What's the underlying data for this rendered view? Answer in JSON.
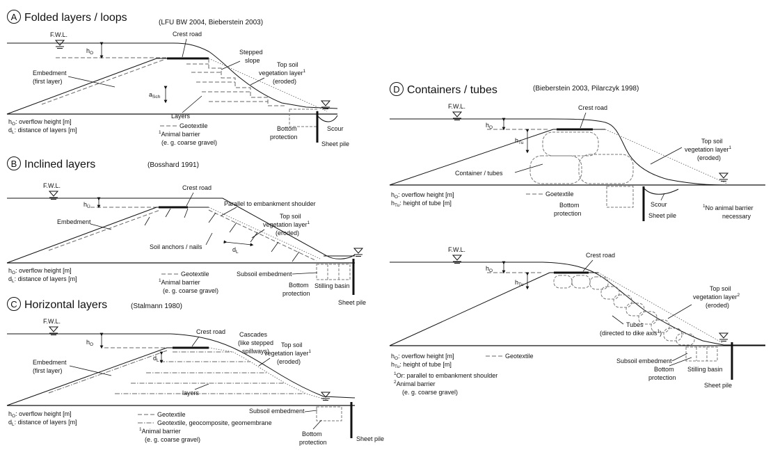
{
  "panelA": {
    "letter": "A",
    "title": "Folded layers / loops",
    "ref": "(LFU BW 2004, Bieberstein 2003)",
    "fwl": "F.W.L.",
    "h_o": "h",
    "h_o_sub": "O",
    "crest_road": "Crest road",
    "stepped_1": "Stepped",
    "stepped_2": "slope",
    "top_soil_1": "Top soil",
    "top_soil_2": "vegetation layer",
    "top_soil_sup": "1",
    "eroded": "(eroded)",
    "embed_1": "Embedment",
    "embed_2": "(first layer)",
    "a_sch": "a",
    "a_sch_sub": "Sch",
    "layers": "Layers",
    "geotextile": "Geotextile",
    "animal_sup": "1",
    "animal_1": "Animal barrier",
    "animal_2": "(e. g. coarse gravel)",
    "legend_1": "h",
    "legend_1_sub": "O",
    "legend_1_text": ": overflow height [m]",
    "legend_2": "d",
    "legend_2_sub": "L",
    "legend_2_text": ": distance of layers [m]",
    "bottom_1": "Bottom",
    "bottom_2": "protection",
    "scour": "Scour",
    "sheet_pile": "Sheet pile"
  },
  "panelB": {
    "letter": "B",
    "title": "Inclined layers",
    "ref": "(Bosshard 1991)",
    "fwl": "F.W.L.",
    "h_o": "h",
    "h_o_sub": "Ü",
    "crest_road": "Crest road",
    "parallel": "Parallel to embankment shoulder",
    "embedment": "Embedment",
    "top_soil_1": "Top soil",
    "top_soil_2": "vegetation layer",
    "top_soil_sup": "1",
    "eroded": "(eroded)",
    "anchors": "Soil anchors / nails",
    "d_l": "d",
    "d_l_sub": "L",
    "legend_1": "h",
    "legend_1_sub": "O",
    "legend_1_text": ": overflow height [m]",
    "legend_2": "d",
    "legend_2_sub": "L",
    "legend_2_text": ": distance of layers [m]",
    "geotextile": "Geotextile",
    "animal_sup": "1",
    "animal_1": "Animal barrier",
    "animal_2": "(e. g. coarse gravel)",
    "subsoil": "Subsoil embedment",
    "bottom_1": "Bottom",
    "bottom_2": "protection",
    "stilling": "Stilling basin",
    "sheet_pile": "Sheet pile"
  },
  "panelC": {
    "letter": "C",
    "title": "Horizontal layers",
    "ref": "(Stalmann 1980)",
    "fwl": "F.W.L.",
    "h_o": "h",
    "h_o_sub": "O",
    "crest_road": "Crest road",
    "cascades_1": "Cascades",
    "cascades_2": "(like stepped",
    "cascades_3": "spillways)",
    "top_soil_1": "Top soil",
    "top_soil_2": "vegetation layer",
    "top_soil_sup": "1",
    "eroded": "(eroded)",
    "embed_1": "Embedment",
    "embed_2": "(first layer)",
    "d_l": "d",
    "d_l_sub": "L",
    "layers": "layers",
    "legend_1": "h",
    "legend_1_sub": "O",
    "legend_1_text": ": overflow height [m]",
    "legend_2": "d",
    "legend_2_sub": "L",
    "legend_2_text": ": distance of layers [m]",
    "geotextile": "Geotextile",
    "geocomposite": "Geotextile, geocomposite, geomembrane",
    "animal_sup": "1",
    "animal_1": "Animal barrier",
    "animal_2": "(e. g. coarse gravel)",
    "subsoil": "Subsoil embedment",
    "bottom_1": "Bottom",
    "bottom_2": "protection",
    "sheet_pile": "Sheet pile"
  },
  "panelD": {
    "letter": "D",
    "title": "Containers / tubes",
    "ref": "(Bieberstein 2003, Pilarczyk 1998)",
    "fwl": "F.W.L.",
    "h_o": "h",
    "h_o_sub": "O",
    "h_tu": "h",
    "h_tu_sub": "Tu",
    "crest_road": "Crest road",
    "top_soil_1": "Top soil",
    "top_soil_2": "vegetation layer",
    "top_soil_sup": "1",
    "eroded": "(eroded)",
    "container": "Container / tubes",
    "legend_1": "h",
    "legend_1_sub": "O",
    "legend_1_text": ": overflow height [m]",
    "legend_2": "h",
    "legend_2_sub": "Tu",
    "legend_2_text": ": height of tube [m]",
    "goetextile": "Goetextile",
    "bottom_1": "Bottom",
    "bottom_2": "protection",
    "scour": "Scour",
    "sheet_pile": "Sheet pile",
    "no_animal_sup": "1",
    "no_animal_1": "No animal barrier",
    "no_animal_2": "necessary"
  },
  "panelD2": {
    "fwl": "F.W.L.",
    "h_o": "h",
    "h_o_sub": "O",
    "h_tu": "h",
    "h_tu_sub": "Tu",
    "crest_road": "Crest road",
    "top_soil_1": "Top soil",
    "top_soil_2": "vegetation layer",
    "top_soil_sup": "2",
    "eroded": "(eroded)",
    "tubes": "Tubes",
    "tubes_2": "(directed to dike axis",
    "tubes_sup": "1",
    "tubes_close": ")",
    "legend_1": "h",
    "legend_1_sub": "O",
    "legend_1_text": ": overflow height [m]",
    "legend_2": "h",
    "legend_2_sub": "Tu",
    "legend_2_text": ": height of tube [m]",
    "geotextile": "Geotextile",
    "note1_sup": "1",
    "note1": "Or: parallel to embankment shoulder",
    "note2_sup": "2",
    "note2_1": "Animal barrier",
    "note2_2": "(e. g. coarse gravel)",
    "subsoil": "Subsoil embedment",
    "bottom_1": "Bottom",
    "bottom_2": "protection",
    "stilling": "Stilling basin",
    "sheet_pile": "Sheet pile"
  }
}
